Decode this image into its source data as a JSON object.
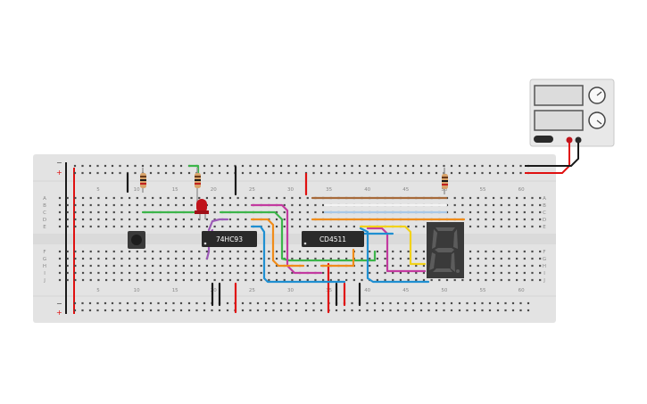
{
  "colors": {
    "board": "#e3e3e3",
    "hole": "#4a4a4a",
    "rail_red": "#e01010",
    "rail_black": "#1a1a1a",
    "wire_green": "#3cb54a",
    "wire_orange": "#f08c1a",
    "wire_purple": "#9b59b6",
    "wire_magenta": "#c23aa0",
    "wire_blue": "#1f8fd1",
    "wire_yellow": "#f2d21a",
    "wire_brown": "#a66a3a",
    "wire_lightblue": "#a8c8e8",
    "chip": "#2a2a2a",
    "led": "#c0141c",
    "display": "#3a3a3a",
    "supply": "#e8e8e8"
  },
  "breadboard": {
    "column_numbers": [
      "5",
      "10",
      "15",
      "20",
      "25",
      "30",
      "35",
      "40",
      "45",
      "50",
      "55",
      "60"
    ],
    "row_letters_top": [
      "A",
      "B",
      "C",
      "D",
      "E"
    ],
    "row_letters_bottom": [
      "F",
      "G",
      "H",
      "I",
      "J"
    ],
    "rail_plus": "+",
    "rail_minus": "−"
  },
  "chips": {
    "chip1_label": "74HC93",
    "chip2_label": "CD4511"
  },
  "icons": {
    "led": "red-led-icon",
    "pushbutton": "pushbutton-icon",
    "resistor": "resistor-icon",
    "display": "seven-segment-display-icon",
    "power_supply": "power-supply-icon"
  }
}
